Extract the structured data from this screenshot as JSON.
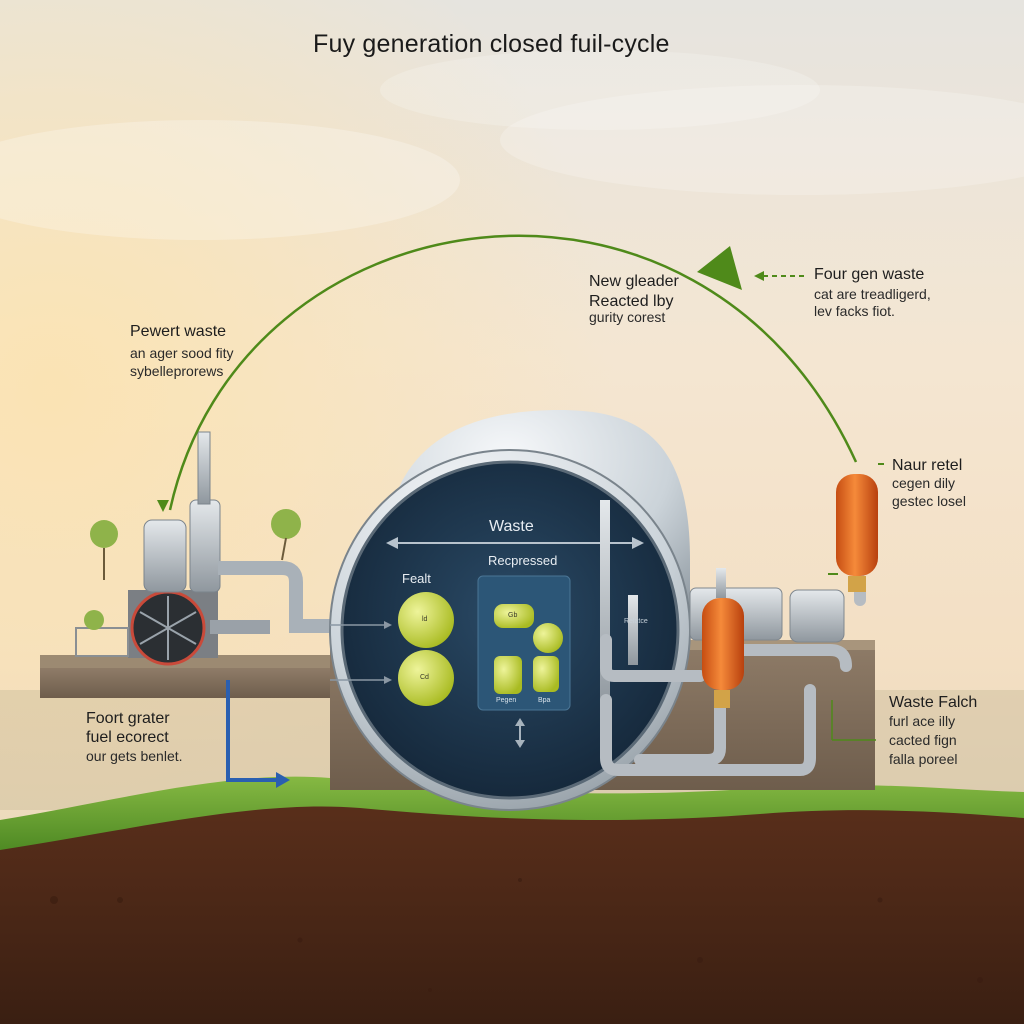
{
  "title": "Fuy generation closed fuil-cycle",
  "labels": {
    "left_top": {
      "head": "Pewert waste",
      "lines": [
        "an ager sood fity",
        "sybelleprorews"
      ]
    },
    "center_top": {
      "head": "New gleader",
      "lines": [
        "Reacted lby",
        "gurity corest"
      ]
    },
    "right_top": {
      "head": "Four gen waste",
      "lines": [
        "cat are treadligerd,",
        "lev facks fiot."
      ]
    },
    "right_mid": {
      "head": "Naur retel",
      "lines": [
        "cegen dily",
        "gestec losel"
      ]
    },
    "left_bottom": {
      "head": "Foort grater",
      "lines": [
        "fuel ecorect",
        "our gets benlet."
      ]
    },
    "right_bottom": {
      "head": "Waste Falch",
      "lines": [
        "furl ace illy",
        "cacted fign",
        "falla poreel"
      ]
    }
  },
  "tank": {
    "title": "Waste",
    "left_label": "Fealt",
    "right_label": "Recpressed",
    "sphere_labels": [
      "ld",
      "Cd"
    ],
    "cylinder_labels": [
      "Gb",
      "Pegen",
      "Bpa"
    ],
    "side_label": "Relatce"
  },
  "colors": {
    "arc": "#5a8a1e",
    "sky_top": "#e9e5dc",
    "sky_glow": "#f8d9a8",
    "grass": "#6aa233",
    "soil": "#4e2a19",
    "tank_shell": "#c9d2d8",
    "tank_inner": "#1f3a52",
    "fuel": "#c8d84a",
    "orange_canister": "#e0622a",
    "pipe": "#b8bec4",
    "blue_arrow": "#2a5fb0"
  },
  "icons": [
    "cycle-arc-arrow",
    "down-arrow",
    "blue-return-arrow",
    "dashed-left-arrow",
    "double-vertical-arrow"
  ]
}
